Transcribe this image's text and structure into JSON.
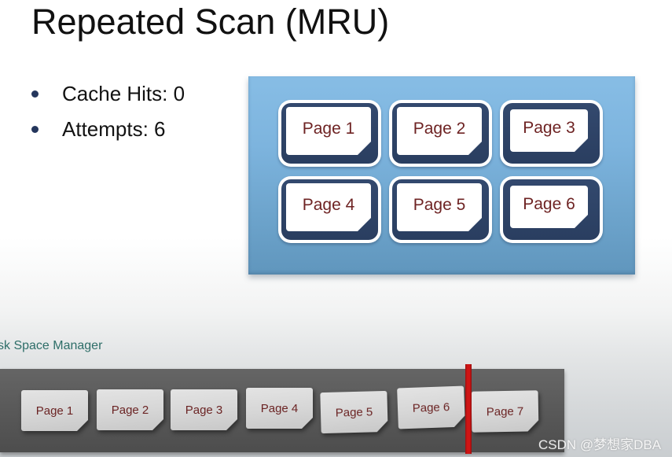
{
  "slide": {
    "title": "Repeated Scan (MRU)",
    "bullets": [
      "Cache Hits: 0",
      "Attempts: 6"
    ]
  },
  "buffer_pool": {
    "pages": [
      "Page 1",
      "Page 2",
      "Page 3",
      "Page 4",
      "Page 5",
      "Page 6"
    ]
  },
  "disk": {
    "manager_label": "sk Space Manager",
    "pages": [
      "Page 1",
      "Page 2",
      "Page 3",
      "Page 4",
      "Page 5",
      "Page 6",
      "Page 7"
    ]
  },
  "watermark": "CSDN @梦想家DBA",
  "colors": {
    "panel_blue_top": "#87bde5",
    "panel_blue_bottom": "#6096bd",
    "card_navy": "#2d4265",
    "page_text_maroon": "#6e2323",
    "bullet_navy": "#24365c",
    "tray_gray": "#5a5a5a",
    "tray_card_gray": "#d6d6d6",
    "marker_red": "#cf1515",
    "dsm_teal": "#2e6e68"
  }
}
